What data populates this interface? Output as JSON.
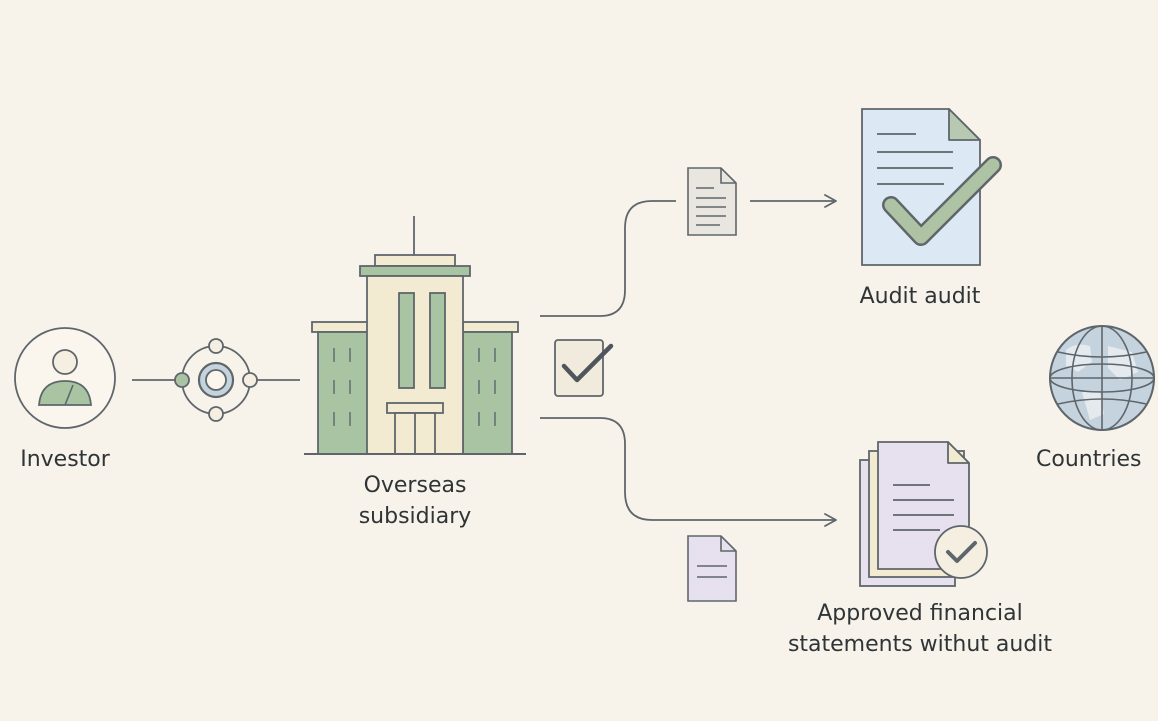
{
  "colors": {
    "background": "#f8f3ea",
    "line": "#5f666b",
    "building_green": "#a9c4a2",
    "building_cream": "#f3ead2",
    "doc_blue": "#dce8f3",
    "doc_lavender": "#e7e0ef",
    "check_green": "#aec3a3",
    "globe_blue": "#c5d3df"
  },
  "icons": {
    "investor": "person-icon",
    "connector": "network-hub-icon",
    "subsidiary": "building-icon",
    "decision": "checkbox-icon",
    "small_doc": "document-icon",
    "audit_doc": "audited-document-icon",
    "approved_docs": "approved-documents-icon",
    "countries": "globe-icon"
  },
  "nodes": {
    "investor": {
      "label": "Investor"
    },
    "subsidiary": {
      "label_lines": [
        "Overseas",
        "subsidiary"
      ]
    },
    "audit": {
      "label": "Audit audit"
    },
    "approved": {
      "label_lines": [
        "Approved financial",
        "statements withut audit"
      ]
    },
    "countries": {
      "label": "Countries"
    }
  }
}
